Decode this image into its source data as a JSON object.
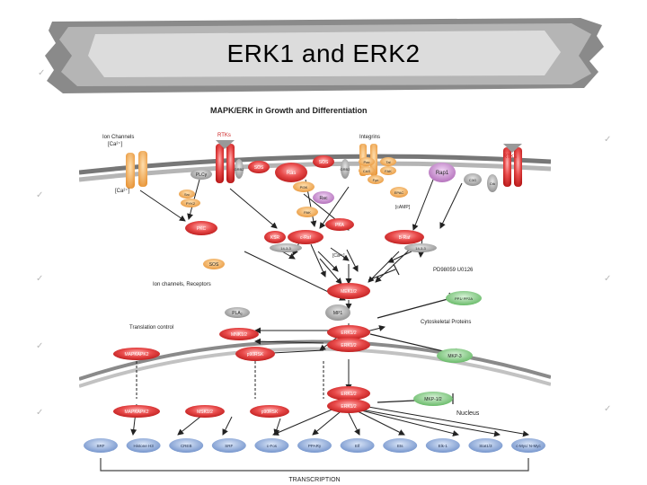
{
  "slide": {
    "title": "ERK1 and ERK2"
  },
  "figure": {
    "heading": "MAPK/ERK in Growth and Differentiation",
    "labels": {
      "ion_channels": "Ion Channels",
      "ca_channel": "[Ca²⁺]",
      "integrins": "Integrins",
      "rtks_left": "RTKs",
      "rtks_right": "RTKs",
      "ca_in": "[Ca²⁺]",
      "camp": "[cAMP]",
      "ion_receptors": "Ion channels, Receptors",
      "translation": "Translation control",
      "cytoskeletal": "Cytoskeletal Proteins",
      "nucleus": "Nucleus",
      "transcription": "TRANSCRIPTION",
      "inhibitor": "PD98059 U0126"
    },
    "nodes": {
      "plcg": "PLCγ",
      "grb2_a": "GRB2",
      "sos_a": "SOS",
      "ras": "Ras",
      "sos_b": "SOS",
      "grb2_b": "GRB2",
      "pax": "Pax",
      "tal": "Tal",
      "cas": "CAS",
      "fak": "FAK",
      "fyn": "Fyn",
      "rap1": "Rap1",
      "c3g": "C3G",
      "crk": "Crk",
      "src": "Src",
      "pyk2": "PYK2",
      "pi3k": "PI3K",
      "rac": "Rac",
      "epac": "EPAC",
      "pak": "PAK",
      "pkc": "PKC",
      "pka": "PKA",
      "ksr": "KSR",
      "craf": "c-Raf",
      "b1433a": "14-3-3",
      "braf": "B-Raf",
      "b1433b": "14-3-3",
      "sos_c": "SOS",
      "mek": "MEK1/2",
      "pp1": "PP1/ PP2A",
      "mp1": "MP1",
      "pla2": "PLA₂",
      "mnk": "MNK1/2",
      "erk_a": "ERK1/2",
      "erk_b": "ERK1/2",
      "mapkapk2a": "MAPKAPK2",
      "p90rsk_a": "p90RSK",
      "mkp3": "MKP-3",
      "erk_c": "ERK1/2",
      "erk_d": "ERK1/2",
      "mkp12": "MKP-1/2",
      "mapkapk2b": "MAPKAPK2",
      "msk": "MSK1/2",
      "p90rsk_b": "p90RSK"
    },
    "tfs": [
      "SRF",
      "Histone H3",
      "CREB",
      "SRF",
      "c-Fos",
      "PPARγ",
      "Elf",
      "Ets",
      "Elk-1",
      "Stat1/3",
      "c-Myc/ N-Myc"
    ]
  }
}
